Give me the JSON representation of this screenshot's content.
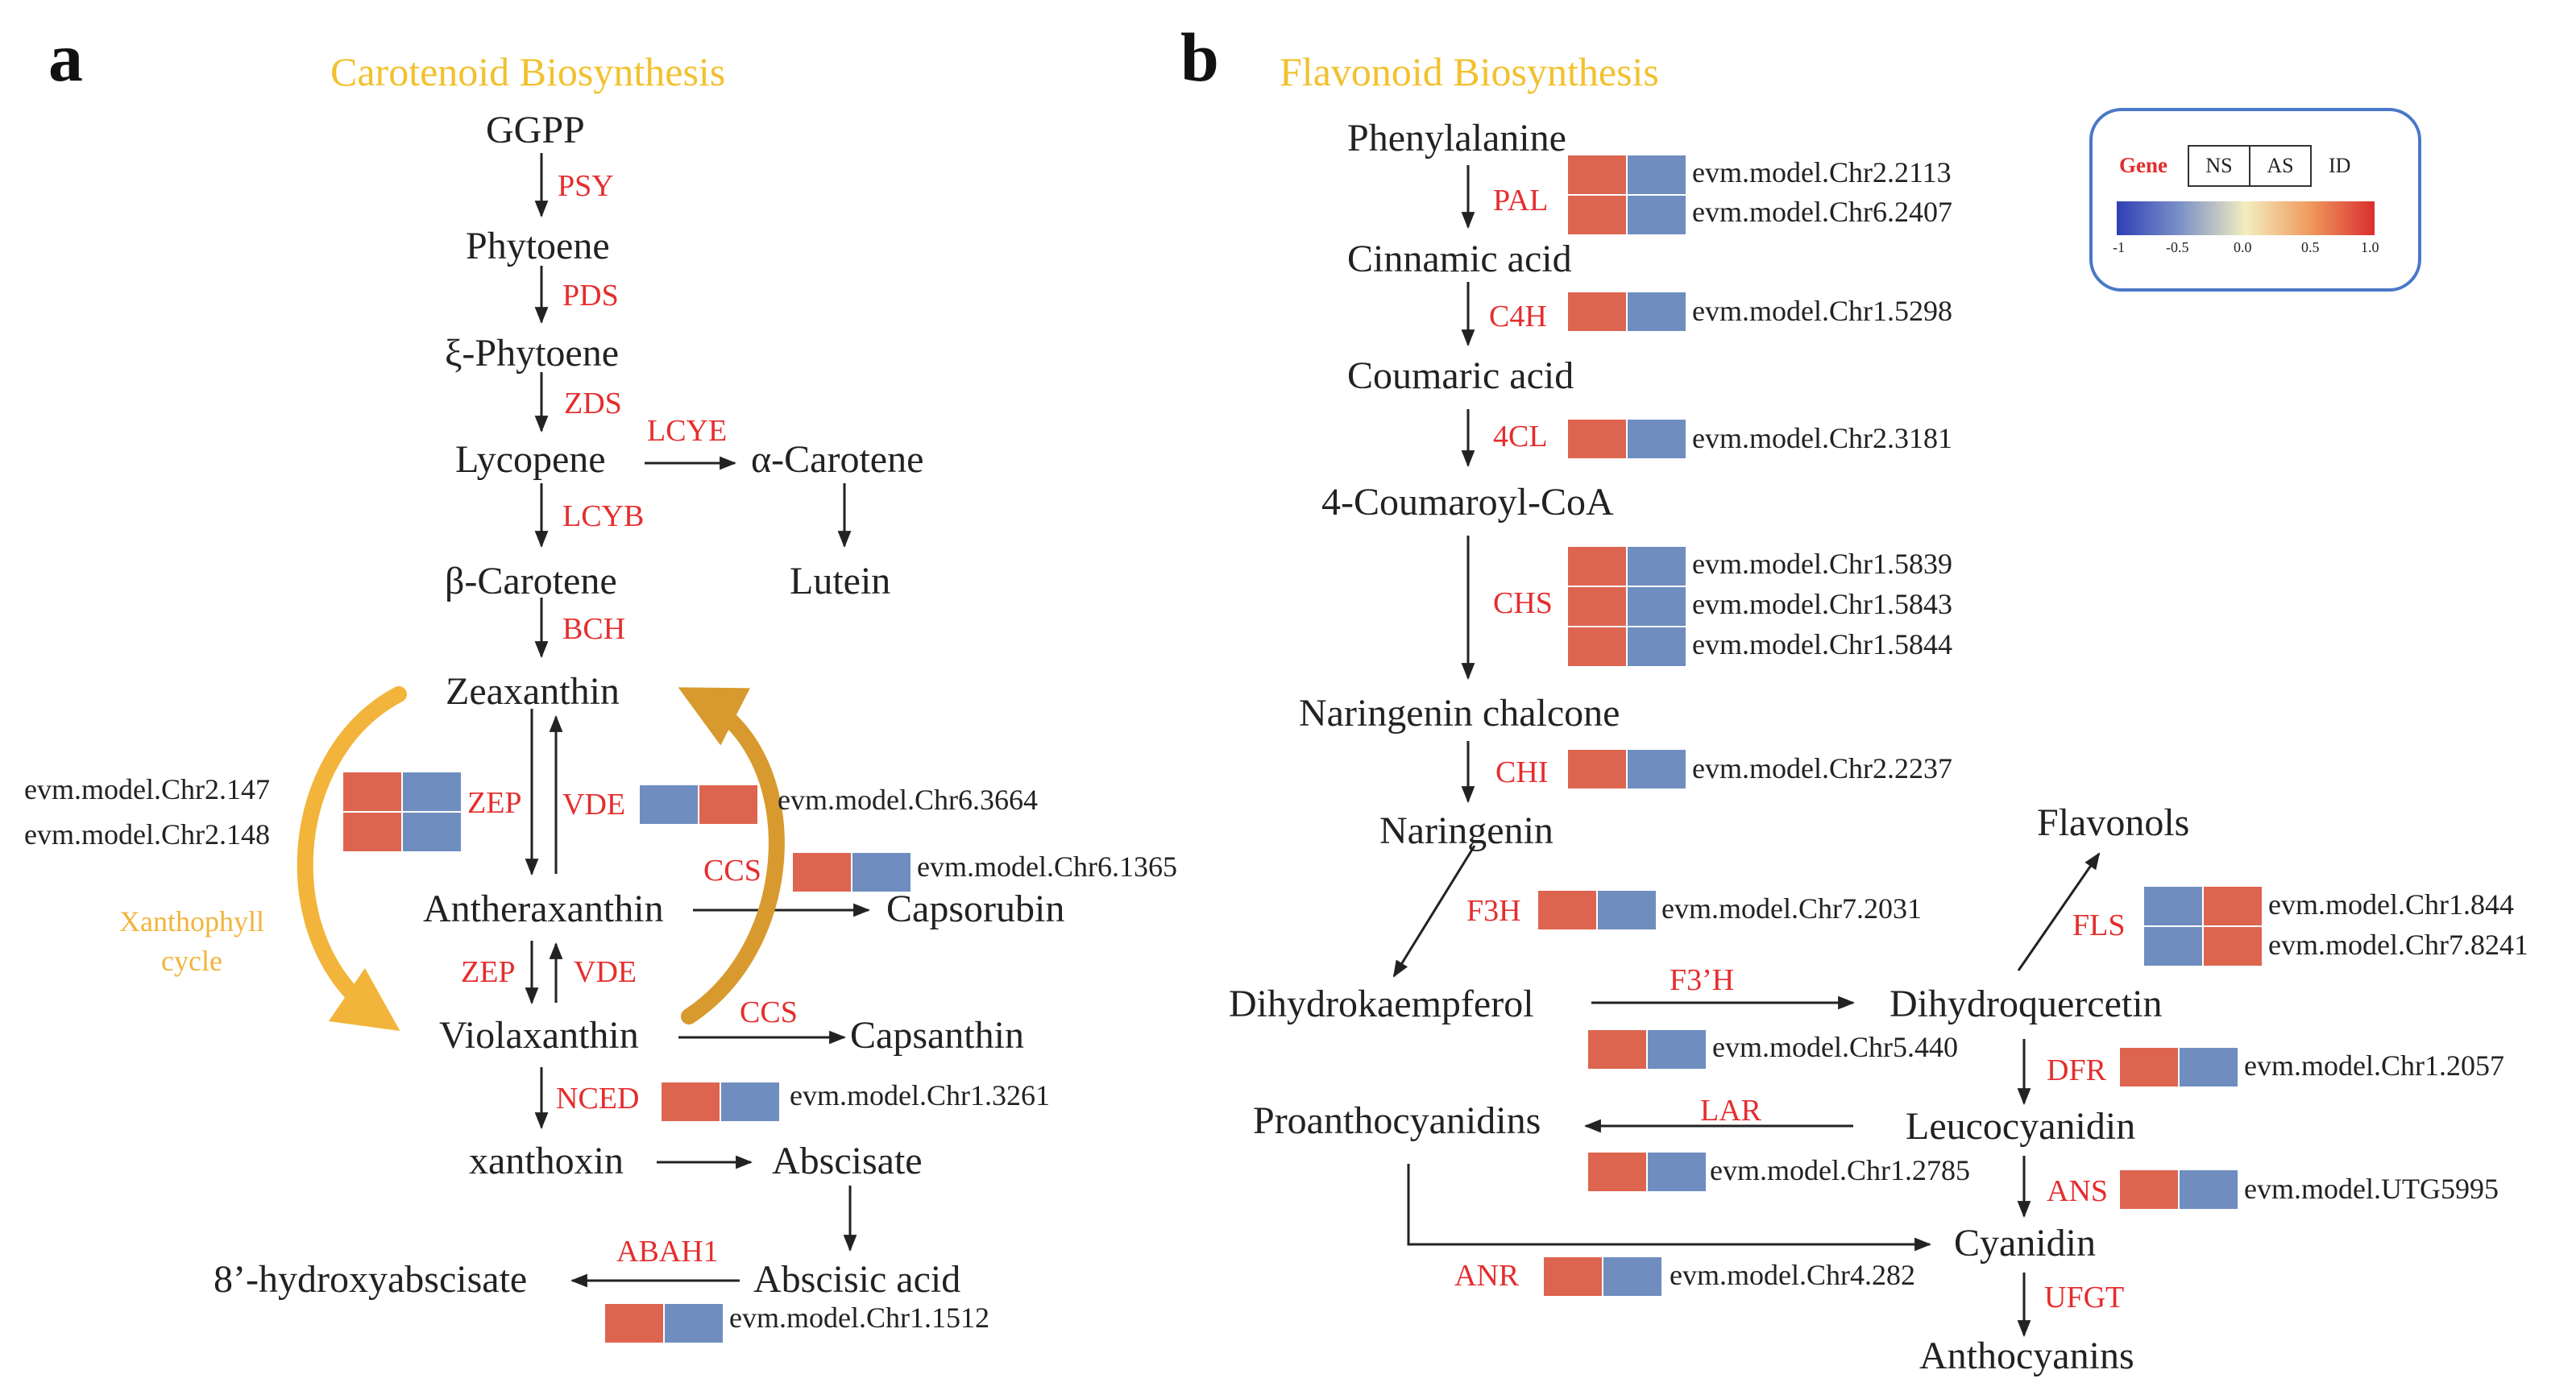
{
  "panel_a": {
    "letter": "a",
    "title": "Carotenoid Biosynthesis",
    "metabolites": {
      "ggpp": "GGPP",
      "phytoene": "Phytoene",
      "xi_phytoene": "ξ-Phytoene",
      "lycopene": "Lycopene",
      "alpha_carotene": "α-Carotene",
      "lutein": "Lutein",
      "beta_carotene": "β-Carotene",
      "zeaxanthin": "Zeaxanthin",
      "antheraxanthin": "Antheraxanthin",
      "capsorubin": "Capsorubin",
      "violaxanthin": "Violaxanthin",
      "capsanthin": "Capsanthin",
      "xanthoxin": "xanthoxin",
      "abscisate": "Abscisate",
      "abscisic_acid": "Abscisic acid",
      "hydroxyabscisate": "8’-hydroxyabscisate"
    },
    "enzymes": {
      "psy": "PSY",
      "pds": "PDS",
      "zds": "ZDS",
      "lcye": "LCYE",
      "lcyb": "LCYB",
      "bch": "BCH",
      "zep1": "ZEP",
      "vde1": "VDE",
      "ccs1": "CCS",
      "zep2": "ZEP",
      "vde2": "VDE",
      "ccs2": "CCS",
      "nced": "NCED",
      "abah1": "ABAH1"
    },
    "cycle_label": "Xanthophyll\ncycle",
    "genes": {
      "zep_1": "evm.model.Chr2.147",
      "zep_2": "evm.model.Chr2.148",
      "vde": "evm.model.Chr6.3664",
      "ccs": "evm.model.Chr6.1365",
      "nced": "evm.model.Chr1.3261",
      "abah1": "evm.model.Chr1.1512"
    }
  },
  "panel_b": {
    "letter": "b",
    "title": "Flavonoid Biosynthesis",
    "metabolites": {
      "phenylalanine": "Phenylalanine",
      "cinnamic_acid": "Cinnamic acid",
      "coumaric_acid": "Coumaric acid",
      "coumaroyl_coa": "4-Coumaroyl-CoA",
      "naringenin_chalcone": "Naringenin chalcone",
      "naringenin": "Naringenin",
      "flavonols": "Flavonols",
      "dihydrokaempferol": "Dihydrokaempferol",
      "dihydroquercetin": "Dihydroquercetin",
      "proanthocyanidins": "Proanthocyanidins",
      "leucocyanidin": "Leucocyanidin",
      "cyanidin": "Cyanidin",
      "anthocyanins": "Anthocyanins"
    },
    "enzymes": {
      "pal": "PAL",
      "c4h": "C4H",
      "cl4": "4CL",
      "chs": "CHS",
      "chi": "CHI",
      "f3h": "F3H",
      "fls": "FLS",
      "f3ph": "F3’H",
      "dfr": "DFR",
      "lar": "LAR",
      "ans": "ANS",
      "anr": "ANR",
      "ufgt": "UFGT"
    },
    "genes": {
      "pal_1": "evm.model.Chr2.2113",
      "pal_2": "evm.model.Chr6.2407",
      "c4h": "evm.model.Chr1.5298",
      "cl4": "evm.model.Chr2.3181",
      "chs_1": "evm.model.Chr1.5839",
      "chs_2": "evm.model.Chr1.5843",
      "chs_3": "evm.model.Chr1.5844",
      "chi": "evm.model.Chr2.2237",
      "f3h": "evm.model.Chr7.2031",
      "fls_1": "evm.model.Chr1.844",
      "fls_2": "evm.model.Chr7.8241",
      "f3ph": "evm.model.Chr5.440",
      "dfr": "evm.model.Chr1.2057",
      "lar": "evm.model.Chr1.2785",
      "ans": "evm.model.UTG5995",
      "anr": "evm.model.Chr4.282"
    }
  },
  "legend": {
    "gene_label": "Gene",
    "ns_label": "NS",
    "as_label": "AS",
    "id_label": "ID",
    "ticks": [
      "-1",
      "-0.5",
      "0.0",
      "0.5",
      "1.0"
    ]
  },
  "colors": {
    "up": "#dd6550",
    "down": "#6f8dbf",
    "enzyme": "#e52d2d",
    "title": "#f2c12e",
    "cycle_arrow": "#f2b43a",
    "cycle_arrow_dark": "#d89a2e",
    "legend_border": "#4a78c8"
  }
}
